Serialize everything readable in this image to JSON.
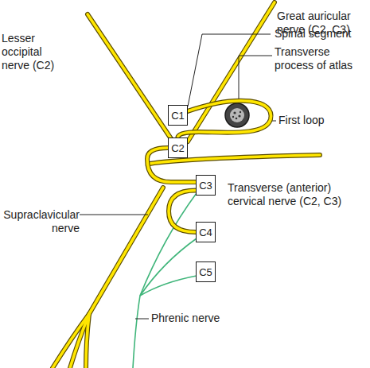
{
  "diagram": {
    "nodes": [
      {
        "text": [
          "C1"
        ]
      },
      {
        "text": [
          "C2"
        ]
      },
      {
        "text": [
          "C3"
        ]
      },
      {
        "text": [
          "C4"
        ]
      },
      {
        "text": [
          "C5"
        ]
      }
    ],
    "edges": [
      {
        "from": 0,
        "to": 1,
        "arrow": "none"
      },
      {
        "from": 1,
        "to": 2,
        "arrow": "none"
      },
      {
        "from": 2,
        "to": 3,
        "arrow": "none"
      }
    ],
    "labels": [
      "Great auricular nerve (C2, C3)",
      "Lesser occipital nerve (C2)",
      "Spinal segment",
      "Transverse process of atlas",
      "First loop",
      "Transverse (anterior) cervical nerve (C2, C3)",
      "Supraclavicular nerve",
      "Phrenic nerve"
    ]
  }
}
